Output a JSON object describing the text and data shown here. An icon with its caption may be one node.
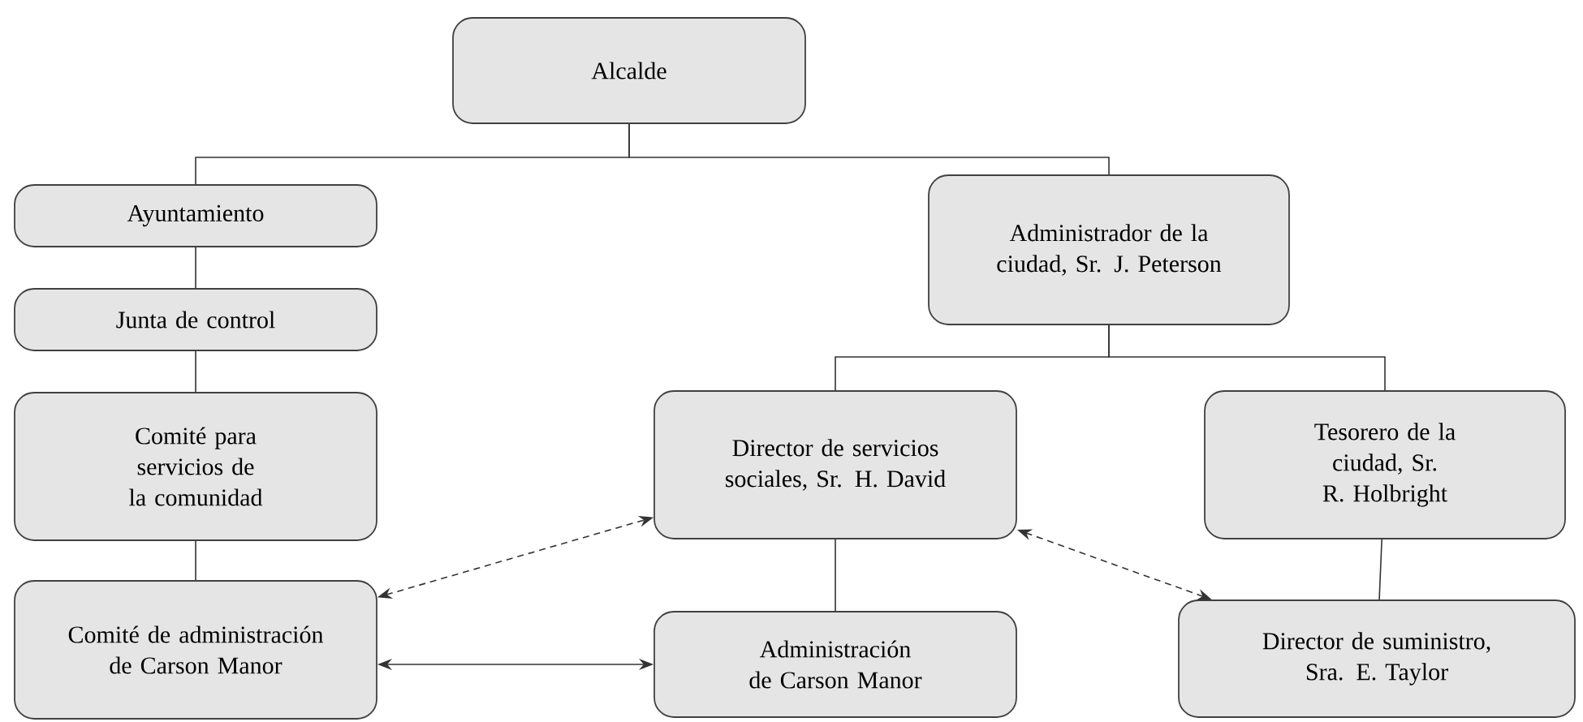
{
  "diagram": {
    "nodes": [
      {
        "text": [
          "Alcalde"
        ]
      },
      {
        "text": [
          "Ayuntamiento"
        ]
      },
      {
        "text": [
          "Junta de control"
        ]
      },
      {
        "text": [
          "Comité para servicios de la comunidad"
        ]
      },
      {
        "text": [
          "Comité de administración de Carson Manor"
        ]
      },
      {
        "text": [
          "Administrador de la ciudad, Sr. J. Peterson"
        ]
      },
      {
        "text": [
          "Director de servicios sociales, Sr. H. David"
        ]
      },
      {
        "text": [
          "Tesorero de la ciudad, Sr. R. Holbright"
        ]
      },
      {
        "text": [
          "Administración de Carson Manor"
        ]
      },
      {
        "text": [
          "Director de suministro, Sra. E. Taylor"
        ]
      }
    ],
    "edges": [
      {
        "from": 0,
        "to": 1,
        "arrow": "none"
      },
      {
        "from": 0,
        "to": 5,
        "arrow": "none"
      },
      {
        "from": 1,
        "to": 2,
        "arrow": "none"
      },
      {
        "from": 2,
        "to": 3,
        "arrow": "none"
      },
      {
        "from": 3,
        "to": 4,
        "arrow": "none"
      },
      {
        "from": 5,
        "to": 6,
        "arrow": "none"
      },
      {
        "from": 5,
        "to": 7,
        "arrow": "none"
      },
      {
        "from": 6,
        "to": 8,
        "arrow": "none"
      },
      {
        "from": 7,
        "to": 9,
        "arrow": "none"
      },
      {
        "from": 4,
        "to": 6,
        "arrow": "both",
        "style": "dashed"
      },
      {
        "from": 4,
        "to": 8,
        "arrow": "both"
      },
      {
        "from": 6,
        "to": 9,
        "arrow": "both",
        "style": "dashed"
      }
    ]
  }
}
